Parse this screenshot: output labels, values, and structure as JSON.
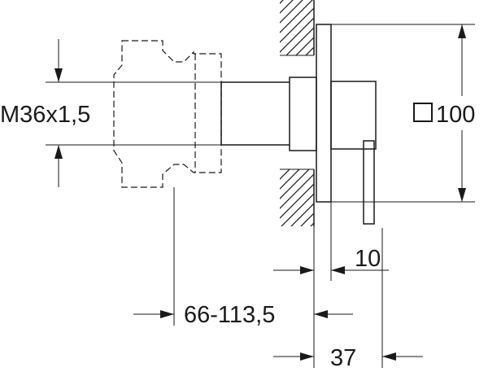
{
  "drawing": {
    "labels": {
      "thread": "M36x1,5",
      "plate_size": "100",
      "handle_offset": "10",
      "install_depth": "66-113,5",
      "projection": "37"
    },
    "icons": [
      "square-symbol-icon"
    ],
    "colors": {
      "line": "#1a1a1a",
      "background": "#ffffff"
    }
  }
}
